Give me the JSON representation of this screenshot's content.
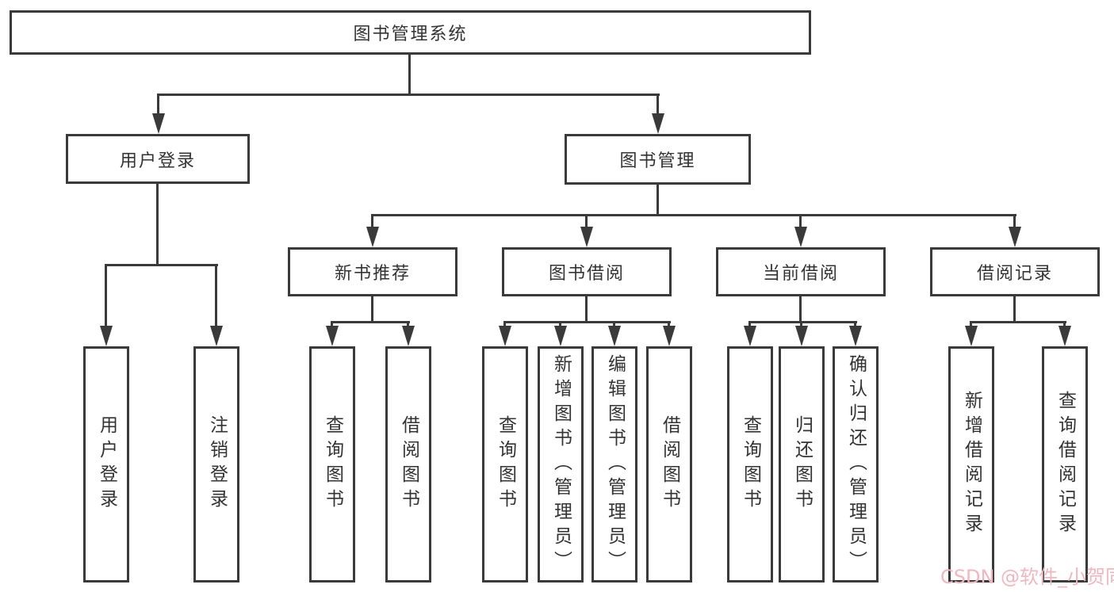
{
  "diagram": {
    "root": {
      "label": "图书管理系统"
    },
    "branches": [
      {
        "label": "用户登录",
        "children": [
          {
            "label": "用户登录"
          },
          {
            "label": "注销登录"
          }
        ]
      },
      {
        "label": "图书管理",
        "children": [
          {
            "label": "新书推荐",
            "children": [
              {
                "label": "查询图书"
              },
              {
                "label": "借阅图书"
              }
            ]
          },
          {
            "label": "图书借阅",
            "children": [
              {
                "label": "查询图书"
              },
              {
                "label": "新增图书（管理员）"
              },
              {
                "label": "编辑图书（管理员）"
              },
              {
                "label": "借阅图书"
              }
            ]
          },
          {
            "label": "当前借阅",
            "children": [
              {
                "label": "查询图书"
              },
              {
                "label": "归还图书"
              },
              {
                "label": "确认归还（管理员）"
              }
            ]
          },
          {
            "label": "借阅记录",
            "children": [
              {
                "label": "新增借阅记录"
              },
              {
                "label": "查询借阅记录"
              }
            ]
          }
        ]
      }
    ]
  },
  "watermark": {
    "text": "CSDN @软件_小贺同学"
  },
  "colors": {
    "line": "#3a3a3a",
    "text": "#333333",
    "watermark": "#f2b6bd"
  }
}
